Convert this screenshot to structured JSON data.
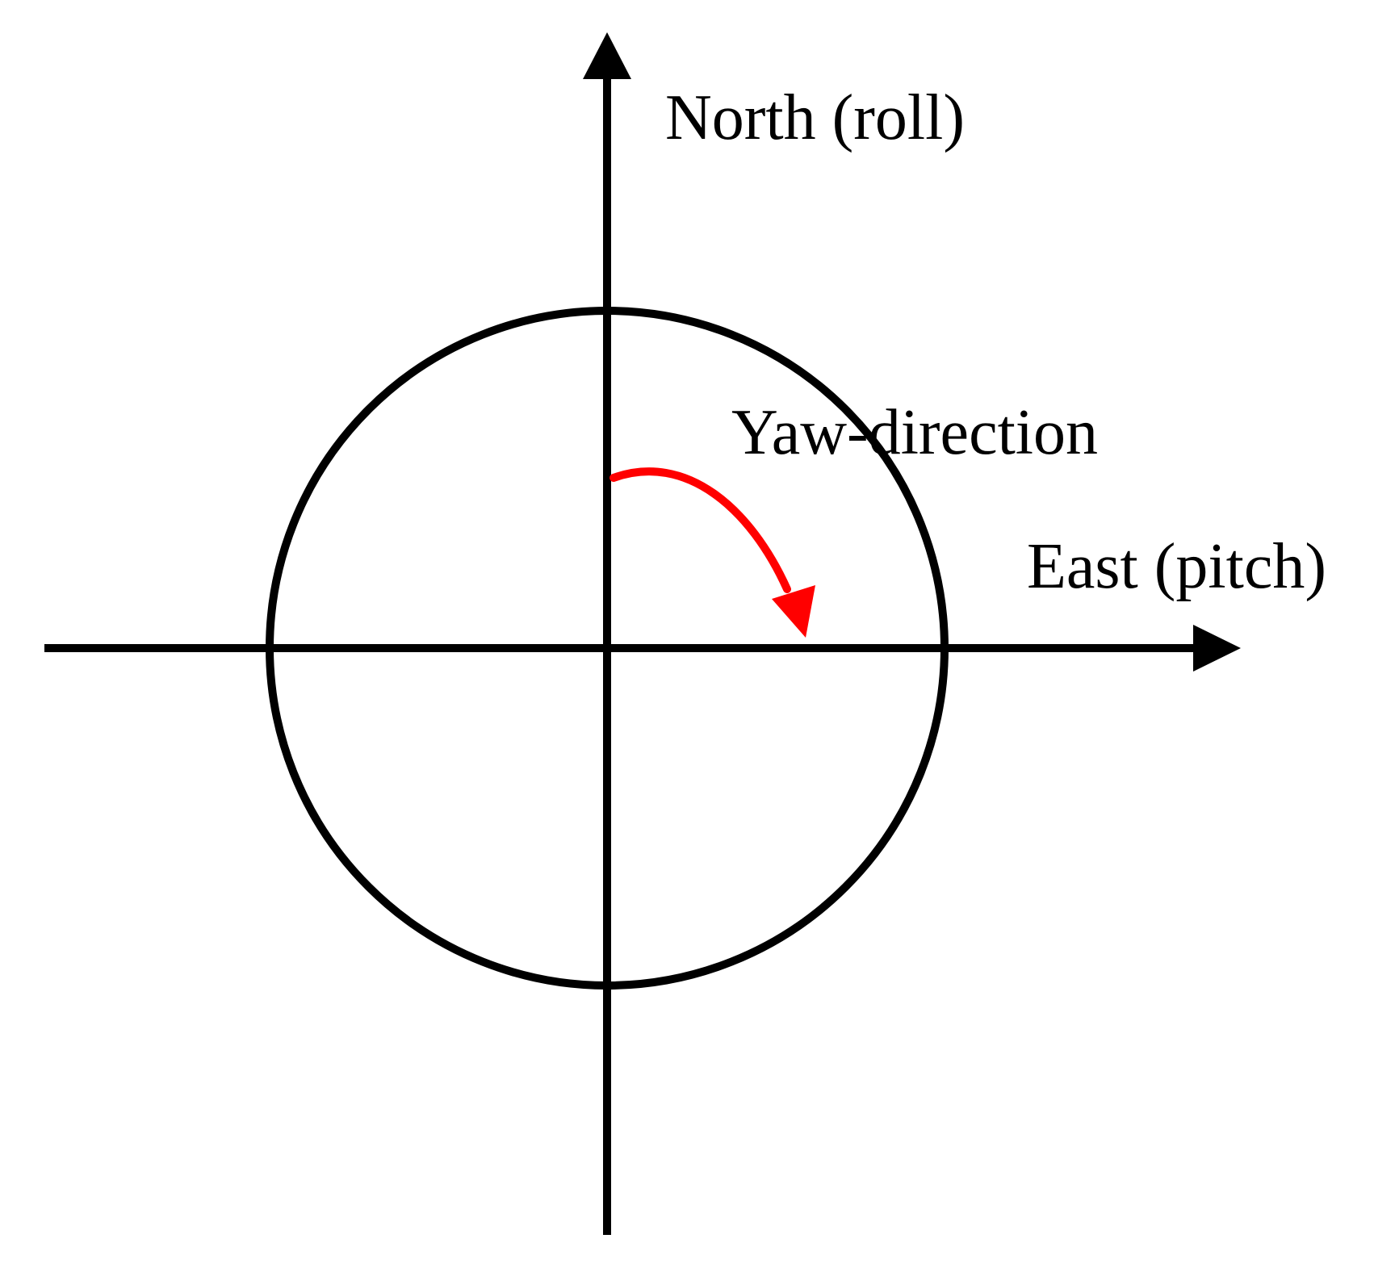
{
  "diagram": {
    "labels": {
      "north": "North (roll)",
      "east": "East (pitch)",
      "yaw": "Yaw-direction"
    },
    "colors": {
      "axis": "#000000",
      "circle": "#000000",
      "yaw_arrow": "#ff0000",
      "text": "#000000",
      "background": "#ffffff"
    }
  }
}
